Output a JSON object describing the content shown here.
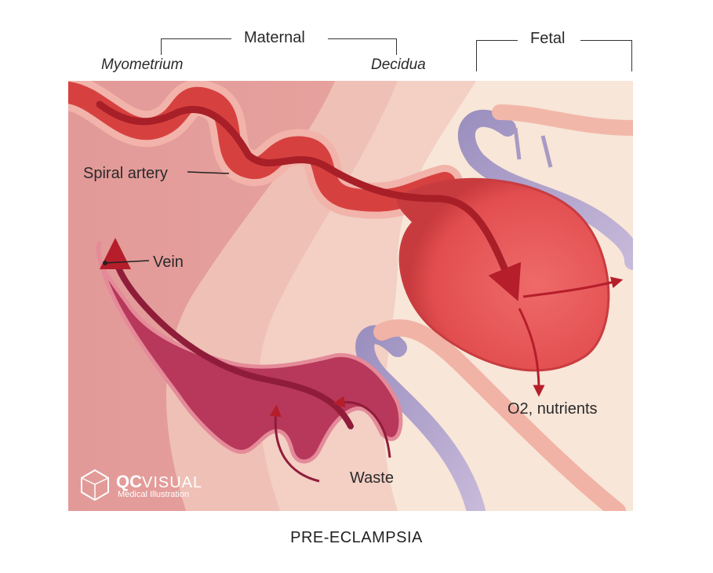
{
  "header": {
    "maternal": "Maternal",
    "fetal": "Fetal",
    "myometrium": "Myometrium",
    "decidua": "Decidua"
  },
  "labels": {
    "spiral_artery": "Spiral artery",
    "vein": "Vein",
    "o2_nutrients": "O2, nutrients",
    "waste": "Waste"
  },
  "logo": {
    "brand_bold": "QC",
    "brand_rest": "VISUAL",
    "tagline": "Medical Illustration"
  },
  "caption": "PRE-ECLAMPSIA",
  "colors": {
    "myometrium": "#e8a3a0",
    "decidua": "#f1c6bb",
    "fetal_bg": "#f7e2d3",
    "artery": "#d94545",
    "artery_dark": "#a81f28",
    "vein": "#b5304f",
    "fetal_vessel_blue": "#a99ac4",
    "fetal_vessel_pink": "#f0b3a6"
  }
}
